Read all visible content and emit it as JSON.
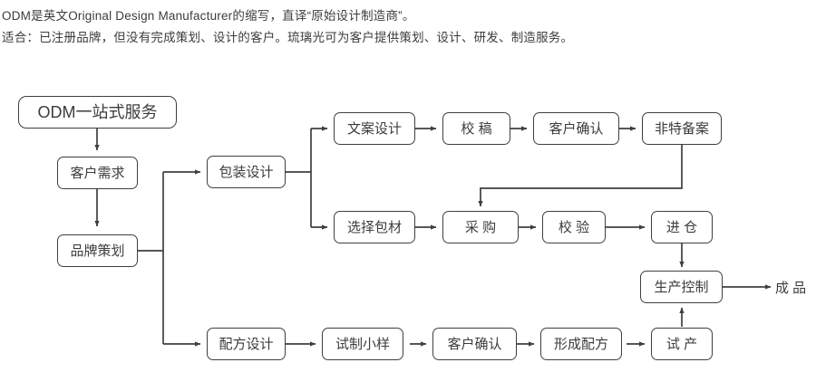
{
  "description": {
    "line1": "ODM是英文Original Design Manufacturer的缩写，直译“原始设计制造商”。",
    "line2": "适合：已注册品牌，但没有完成策划、设计的客户。琉璃光可为客户提供策划、设计、研发、制造服务。"
  },
  "theme": {
    "line_color": "#3f3f3f",
    "text_color": "#3c3c3c",
    "background": "#ffffff"
  },
  "diagram": {
    "type": "flowchart",
    "nodes": {
      "odm_service": "ODM一站式服务",
      "customer_requirement": "客户需求",
      "brand_planning": "品牌策划",
      "package_design": "包装设计",
      "copy_design": "文案设计",
      "proofread": "校 稿",
      "customer_confirm_top": "客户确认",
      "non_special_filing": "非特备案",
      "select_material": "选择包材",
      "purchase": "采 购",
      "inspection": "校 验",
      "warehouse_in": "进 仓",
      "production_control": "生产控制",
      "finished_product": "成 品",
      "formula_design": "配方设计",
      "trial_sample": "试制小样",
      "customer_confirm_bottom": "客户确认",
      "form_formula": "形成配方",
      "trial_production": "试 产"
    },
    "edges": [
      {
        "from": "odm_service",
        "to": "customer_requirement"
      },
      {
        "from": "customer_requirement",
        "to": "brand_planning"
      },
      {
        "from": "brand_planning",
        "to": "package_design"
      },
      {
        "from": "brand_planning",
        "to": "formula_design"
      },
      {
        "from": "package_design",
        "to": "copy_design"
      },
      {
        "from": "package_design",
        "to": "select_material"
      },
      {
        "from": "copy_design",
        "to": "proofread"
      },
      {
        "from": "proofread",
        "to": "customer_confirm_top"
      },
      {
        "from": "customer_confirm_top",
        "to": "non_special_filing"
      },
      {
        "from": "non_special_filing",
        "to": "purchase"
      },
      {
        "from": "select_material",
        "to": "purchase"
      },
      {
        "from": "purchase",
        "to": "inspection"
      },
      {
        "from": "inspection",
        "to": "warehouse_in"
      },
      {
        "from": "warehouse_in",
        "to": "production_control"
      },
      {
        "from": "production_control",
        "to": "finished_product"
      },
      {
        "from": "formula_design",
        "to": "trial_sample"
      },
      {
        "from": "trial_sample",
        "to": "customer_confirm_bottom"
      },
      {
        "from": "customer_confirm_bottom",
        "to": "form_formula"
      },
      {
        "from": "form_formula",
        "to": "trial_production"
      },
      {
        "from": "trial_production",
        "to": "production_control"
      }
    ]
  }
}
